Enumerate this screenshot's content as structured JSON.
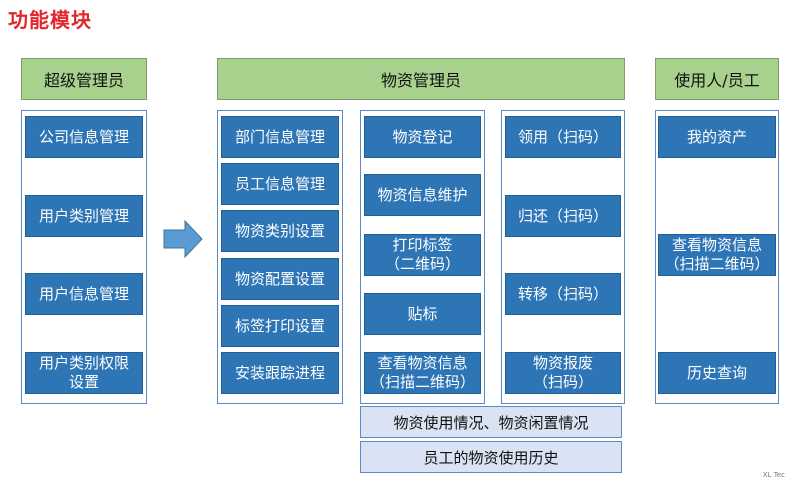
{
  "title": "功能模块",
  "columns": {
    "super_admin": {
      "header": "超级管理员",
      "items": [
        "公司信息管理",
        "用户类别管理",
        "用户信息管理",
        "用户类别权限\n设置"
      ]
    },
    "asset_admin": {
      "header": "物资管理员",
      "col1": [
        "部门信息管理",
        "员工信息管理",
        "物资类别设置",
        "物资配置设置",
        "标签打印设置",
        "安装跟踪进程"
      ],
      "col2": [
        "物资登记",
        "物资信息维护",
        "打印标签\n（二维码）",
        "贴标",
        "查看物资信息\n（扫描二维码）"
      ],
      "col3": [
        "领用（扫码）",
        "归还（扫码）",
        "转移（扫码）",
        "物资报废\n（扫码）"
      ],
      "bottom": [
        "物资使用情况、物资闲置情况",
        "员工的物资使用历史"
      ]
    },
    "user": {
      "header": "使用人/员工",
      "items": [
        "我的资产",
        "查看物资信息\n（扫描二维码）",
        "历史查询"
      ]
    }
  },
  "watermark": "XL Tec",
  "colors": {
    "title": "#e1262d",
    "header_fill": "#a9d18e",
    "item_fill": "#2e75b6",
    "panel_border": "#5b8ac8",
    "bottom_fill": "#dae3f3",
    "arrow_fill": "#5b9bd5"
  }
}
